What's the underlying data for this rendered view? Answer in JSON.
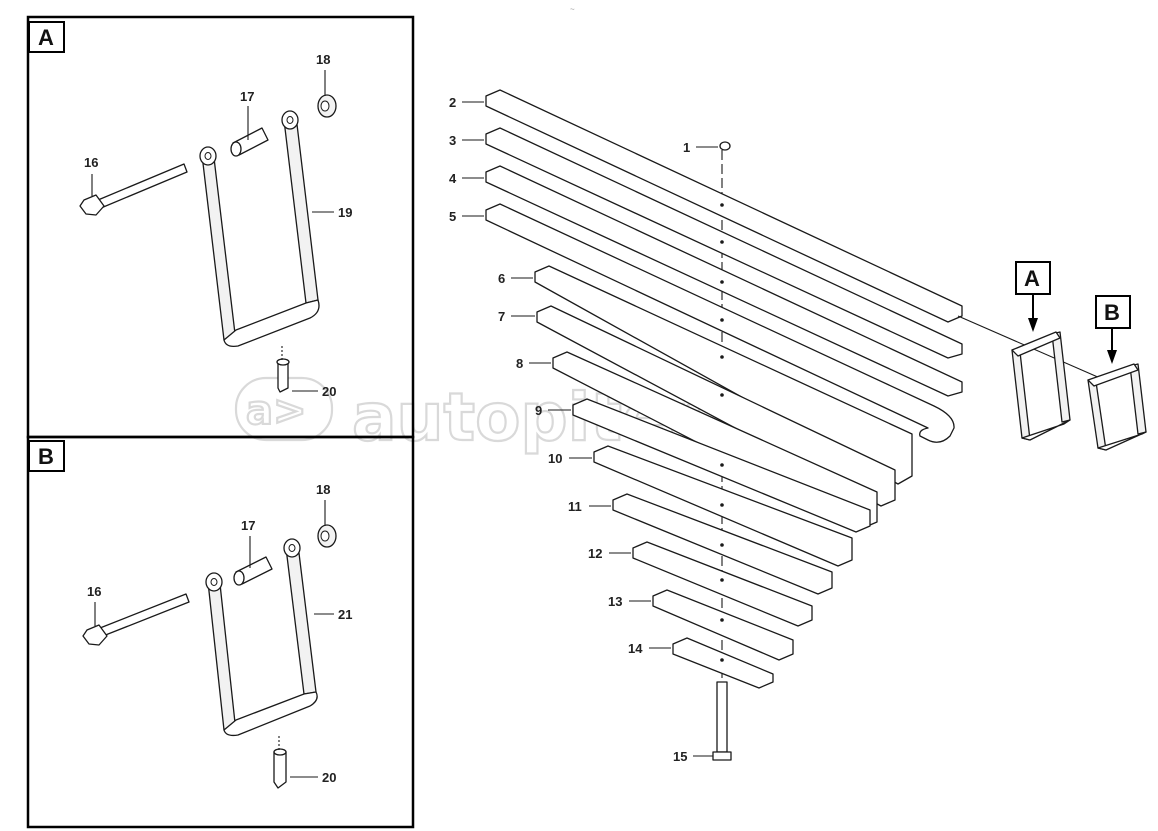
{
  "watermark": {
    "text": "autopiter.ru",
    "mark": "a>"
  },
  "top_mark": "~",
  "inset_a": {
    "letter": "A",
    "callouts": {
      "p16": "16",
      "p17": "17",
      "p18": "18",
      "p19": "19",
      "p20": "20"
    }
  },
  "inset_b": {
    "letter": "B",
    "callouts": {
      "p16": "16",
      "p17": "17",
      "p18": "18",
      "p21": "21",
      "p20": "20"
    }
  },
  "main": {
    "callouts": {
      "p1": "1",
      "p2": "2",
      "p3": "3",
      "p4": "4",
      "p5": "5",
      "p6": "6",
      "p7": "7",
      "p8": "8",
      "p9": "9",
      "p10": "10",
      "p11": "11",
      "p12": "12",
      "p13": "13",
      "p14": "14",
      "p15": "15"
    },
    "ref_a": "A",
    "ref_b": "B"
  }
}
